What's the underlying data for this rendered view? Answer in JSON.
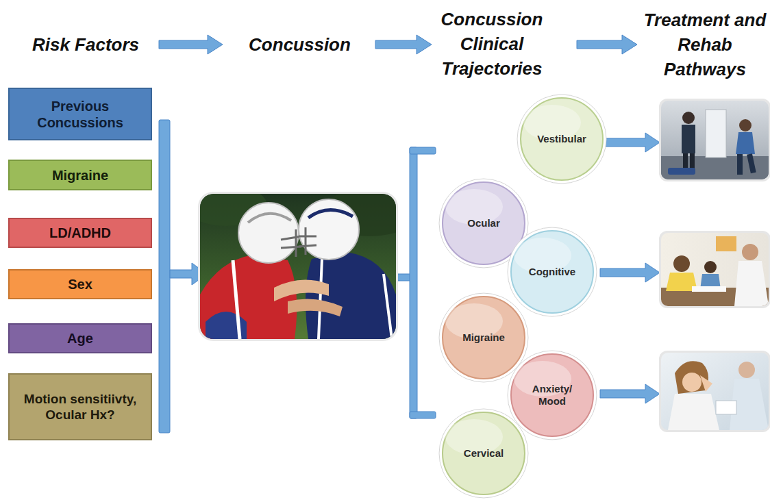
{
  "diagram": {
    "nodes": [
      {
        "text": [
          "Previous Concussions"
        ]
      },
      {
        "text": [
          "Migraine"
        ]
      },
      {
        "text": [
          "LD/ADHD"
        ]
      },
      {
        "text": [
          "Sex"
        ]
      },
      {
        "text": [
          "Age"
        ]
      },
      {
        "text": [
          "Motion sensitiivty, Ocular Hx?"
        ]
      },
      {
        "text": [
          "Vestibular"
        ]
      },
      {
        "text": [
          "Ocular"
        ]
      },
      {
        "text": [
          "Cognitive"
        ]
      },
      {
        "text": [
          "Migraine"
        ]
      },
      {
        "text": [
          "Anxiety/ Mood"
        ]
      },
      {
        "text": [
          "Cervical"
        ]
      }
    ],
    "labels": [
      "Risk Factors",
      "Concussion",
      "Concussion Clinical Trajectories",
      "Treatment and Rehab Pathways"
    ]
  }
}
